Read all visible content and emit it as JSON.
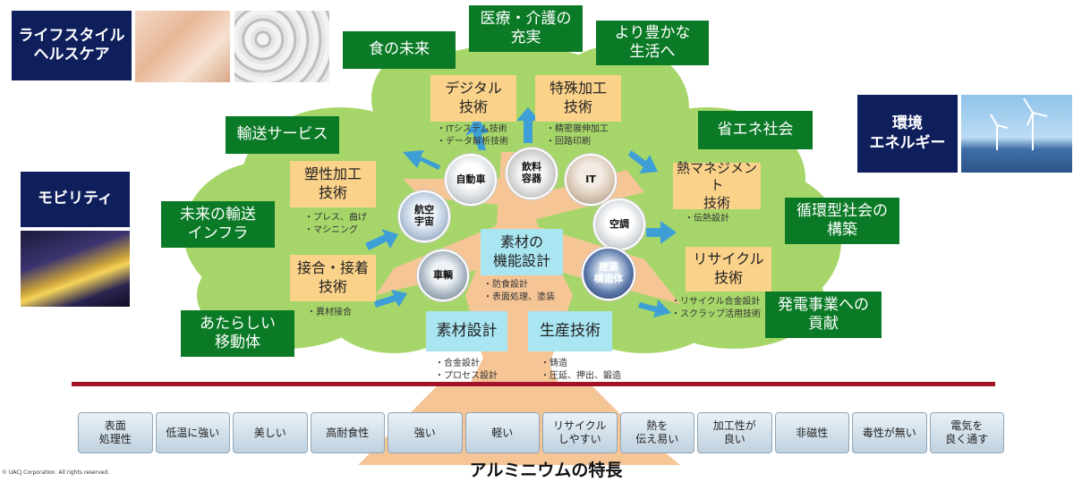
{
  "corner_labels": {
    "lifestyle": "ライフスタイル\nヘルスケア",
    "mobility": "モビリティ",
    "environment": "環境\nエネルギー"
  },
  "goals": {
    "food": "食の未来",
    "medical": "医療・介護の\n充実",
    "richer_life": "より豊かな\n生活へ",
    "transport_service": "輸送サービス",
    "energy_saving": "省エネ社会",
    "future_infra": "未来の輸送\nインフラ",
    "circular": "循環型社会の\n構築",
    "new_mobility": "あたらしい\n移動体",
    "power": "発電事業への\n貢献"
  },
  "tech": {
    "digital": "デジタル\n技術",
    "digital_items": "・ITシステム技術\n・データ解析技術",
    "special": "特殊加工\n技術",
    "special_items": "・精密展伸加工\n・回路印刷",
    "plastic": "塑性加工\n技術",
    "plastic_items": "・プレス、曲げ\n・マシニング",
    "thermal": "熱マネジメント\n技術",
    "thermal_items": "・伝熱設計",
    "joining": "接合・接着\n技術",
    "joining_items": "・異材接合",
    "recycle": "リサイクル\n技術",
    "recycle_items": "・リサイクル合金設計\n・スクラップ活用技術"
  },
  "core": {
    "function_design": "素材の\n機能設計",
    "function_items": "・防食設計\n・表面処理、塗装",
    "material_design": "素材設計",
    "material_items": "・合金設計\n・プロセス設計",
    "production": "生産技術",
    "production_items": "・鋳造\n・圧延、押出、鍛造"
  },
  "applications": {
    "car": "自動車",
    "beverage": "飲料\n容器",
    "it": "IT",
    "aerospace": "航空\n宇宙",
    "aircon": "空調",
    "railway": "車輌",
    "building": "建築\n構造体"
  },
  "features": [
    "表面\n処理性",
    "低温に強い",
    "美しい",
    "高耐食性",
    "強い",
    "軽い",
    "リサイクル\nしやすい",
    "熱を\n伝え易い",
    "加工性が\n良い",
    "非磁性",
    "毒性が無い",
    "電気を\n良く通す"
  ],
  "footer": {
    "title": "アルミニウムの特長",
    "copyright": "© UACJ Corporation. All rights reserved."
  },
  "colors": {
    "navy": "#0f1f5c",
    "goal_green": "#0b7a26",
    "canopy": "#a6d66a",
    "trunk": "#f5c596",
    "tech_orange": "#fbd28a",
    "core_cyan": "#a9e6f2",
    "arrow_blue": "#3d9fd6",
    "ground_line": "#a3142a"
  }
}
